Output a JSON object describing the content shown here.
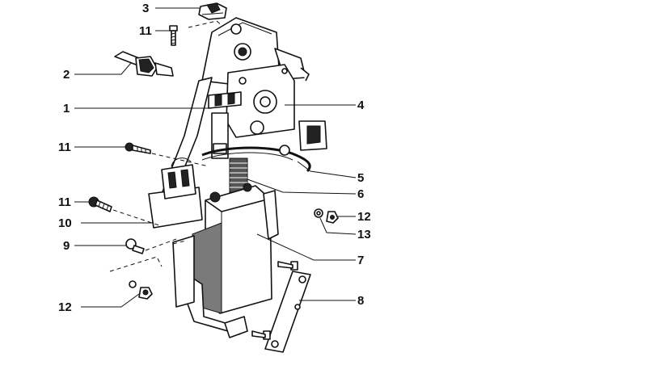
{
  "callouts": [
    {
      "id": "c3",
      "label": "3"
    },
    {
      "id": "c11a",
      "label": "11"
    },
    {
      "id": "c2",
      "label": "2"
    },
    {
      "id": "c1",
      "label": "1"
    },
    {
      "id": "c4",
      "label": "4"
    },
    {
      "id": "c11b",
      "label": "11"
    },
    {
      "id": "c5",
      "label": "5"
    },
    {
      "id": "c6",
      "label": "6"
    },
    {
      "id": "c11c",
      "label": "11"
    },
    {
      "id": "c12a",
      "label": "12"
    },
    {
      "id": "c10",
      "label": "10"
    },
    {
      "id": "c13",
      "label": "13"
    },
    {
      "id": "c9",
      "label": "9"
    },
    {
      "id": "c7",
      "label": "7"
    },
    {
      "id": "c8",
      "label": "8"
    },
    {
      "id": "c12b",
      "label": "12"
    }
  ]
}
